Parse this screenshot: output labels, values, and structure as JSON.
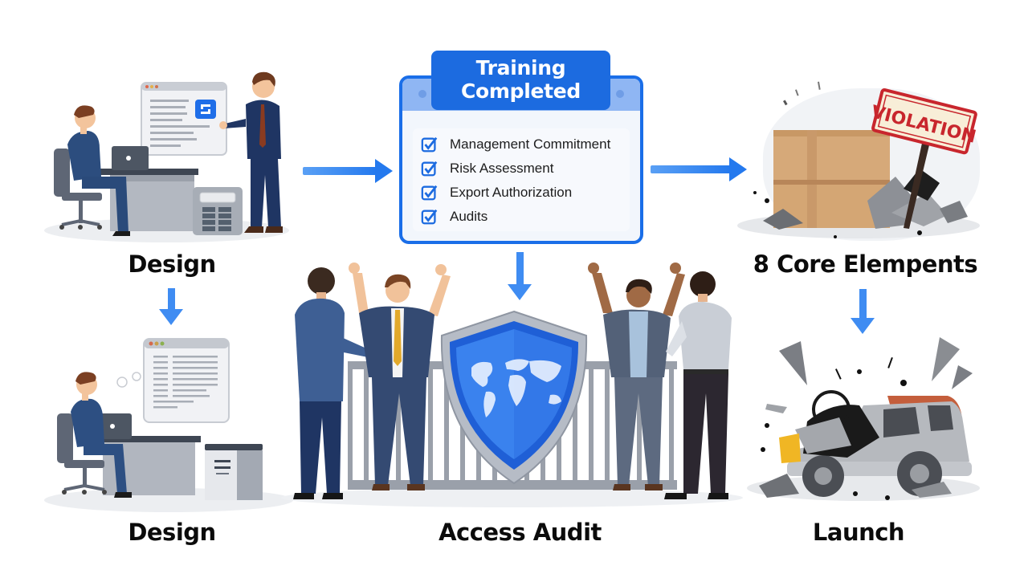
{
  "diagram": {
    "title_card": {
      "heading_line1": "Training",
      "heading_line2": "Completed",
      "checklist": [
        {
          "label": "Management Commitment",
          "checked": true
        },
        {
          "label": "Risk Assessment",
          "checked": true
        },
        {
          "label": "Export Authorization",
          "checked": true
        },
        {
          "label": "Audits",
          "checked": true
        }
      ]
    },
    "stages": {
      "top_left": {
        "label": "Design",
        "illustration": "office-presentation"
      },
      "bottom_left": {
        "label": "Design",
        "illustration": "office-thinking"
      },
      "top_right": {
        "label": "8 Core Elempents",
        "illustration": "boxes-violation",
        "sign_text": "VIOLATION"
      },
      "bottom_center": {
        "label": "Access Audit",
        "illustration": "team-shield-gate"
      },
      "bottom_right": {
        "label": "Launch",
        "illustration": "car-crash"
      }
    },
    "arrows": [
      {
        "from": "top_left",
        "to": "title_card",
        "direction": "right"
      },
      {
        "from": "title_card",
        "to": "top_right",
        "direction": "right"
      },
      {
        "from": "title_card",
        "to": "bottom_center",
        "direction": "down"
      },
      {
        "from": "top_left",
        "to": "bottom_left",
        "direction": "down"
      },
      {
        "from": "top_right",
        "to": "bottom_right",
        "direction": "down"
      }
    ],
    "colors": {
      "accent_blue": "#1c6be0",
      "arrow_blue": "#3f8cf2",
      "violation_red": "#c8262d",
      "label_text": "#0b0b0b"
    }
  }
}
